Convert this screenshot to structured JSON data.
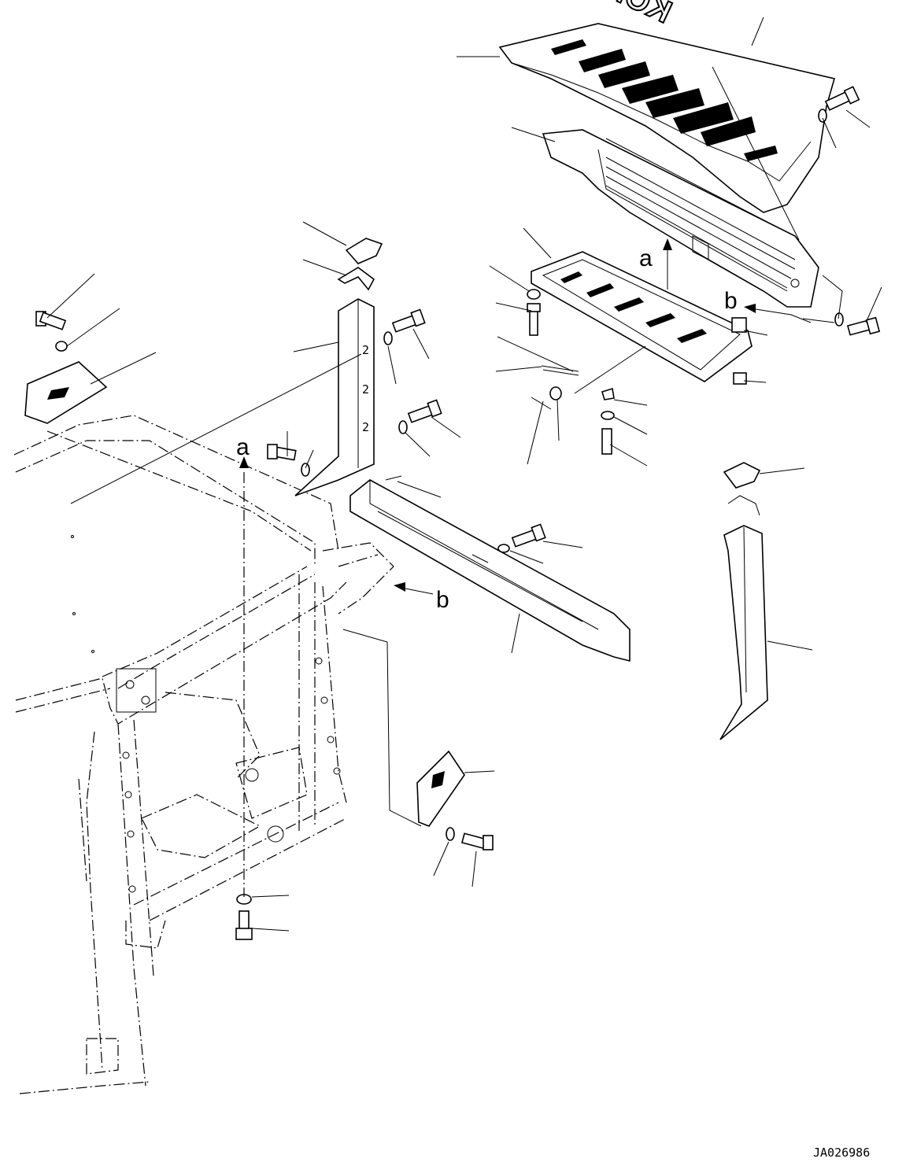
{
  "diagram": {
    "brand_text": "KOMATSU",
    "view_label_a": "a",
    "view_label_b": "b",
    "drawing_code": "JA026986",
    "panel_marks": [
      "2",
      "2",
      "2"
    ]
  }
}
